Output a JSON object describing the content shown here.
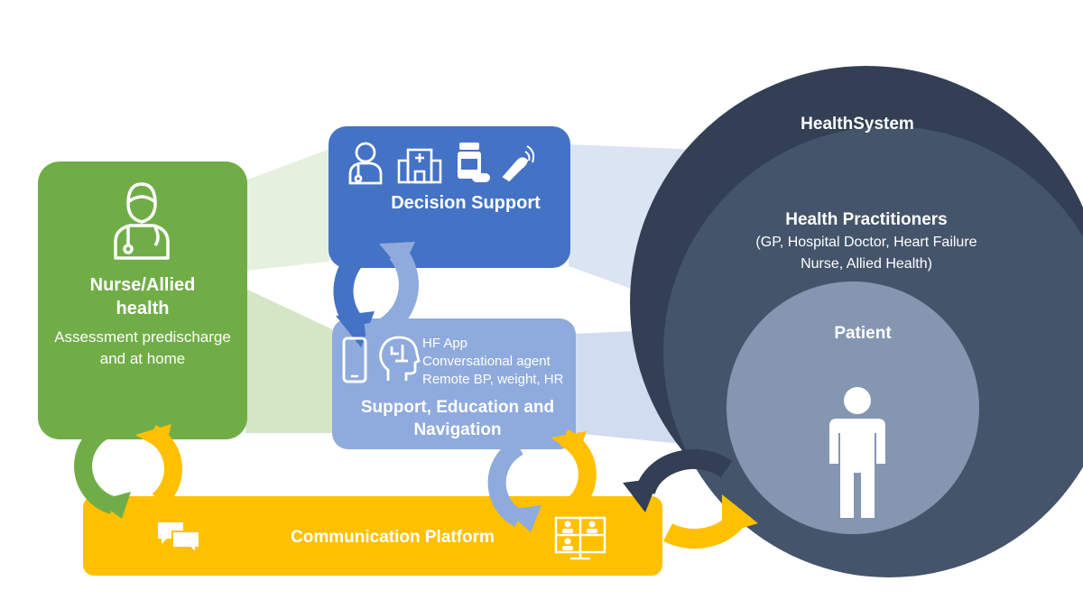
{
  "colors": {
    "green": "#70ad47",
    "blue": "#4472c4",
    "light_blue": "#8faadc",
    "yellow": "#ffc000",
    "navy_outer": "#323f54",
    "navy_mid": "#44546a",
    "patient_fill": "#8496b0"
  },
  "nurse": {
    "title_line1": "Nurse/Allied",
    "title_line2": "health",
    "desc_line1": "Assessment predischarge",
    "desc_line2": "and at home",
    "icon": "nurse-icon"
  },
  "decision": {
    "title": "Decision Support",
    "icons": [
      "doctor-icon",
      "hospital-icon",
      "medication-icon",
      "ultrasound-probe-icon"
    ]
  },
  "support": {
    "item1": "HF App",
    "item2": "Conversational agent",
    "item3": "Remote BP, weight, HR",
    "title_line1": "Support, Education and",
    "title_line2": "Navigation",
    "icons": [
      "phone-icon",
      "ai-head-icon"
    ]
  },
  "communication": {
    "title": "Communication Platform",
    "icons": [
      "chat-icon",
      "video-conference-icon"
    ]
  },
  "health_system": {
    "title": "HealthSystem",
    "practitioners_title": "Health Practitioners",
    "practitioners_line1": "(GP, Hospital Doctor, Heart Failure",
    "practitioners_line2": "Nurse, Allied Health)",
    "patient_title": "Patient",
    "patient_icon": "person-icon"
  }
}
